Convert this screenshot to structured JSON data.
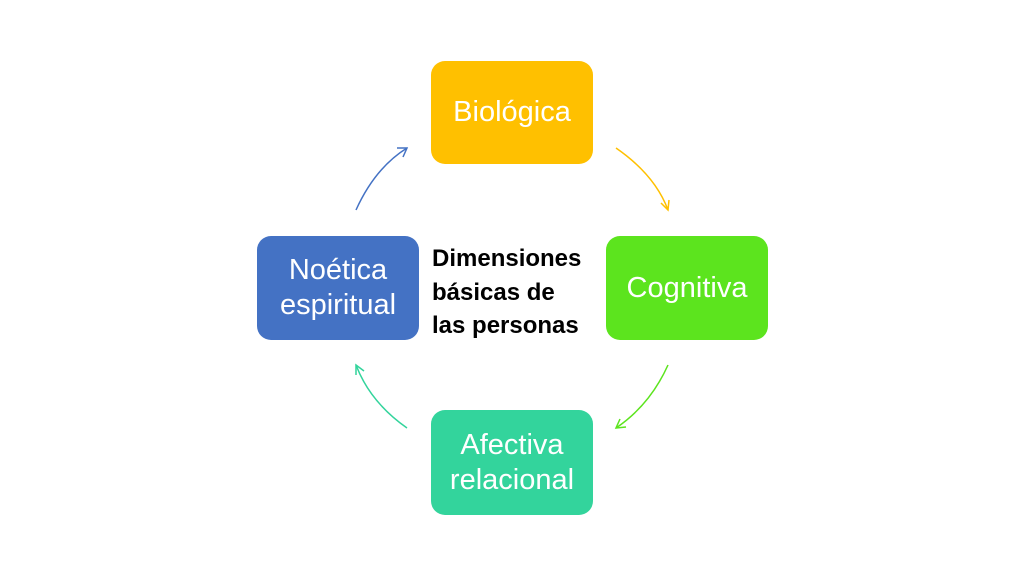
{
  "title": "Dimensiones\nbásicas de\nlas personas",
  "nodes": [
    {
      "label": "Biológica",
      "color": "#ffc000"
    },
    {
      "label": "Cognitiva",
      "color": "#5ce41e"
    },
    {
      "label": "Afectiva\nrelacional",
      "color": "#33d49c"
    },
    {
      "label": "Noética\nespiritual",
      "color": "#4472c4"
    }
  ],
  "arrow_colors": [
    "#ffc000",
    "#5ce41e",
    "#33d49c",
    "#4472c4"
  ]
}
